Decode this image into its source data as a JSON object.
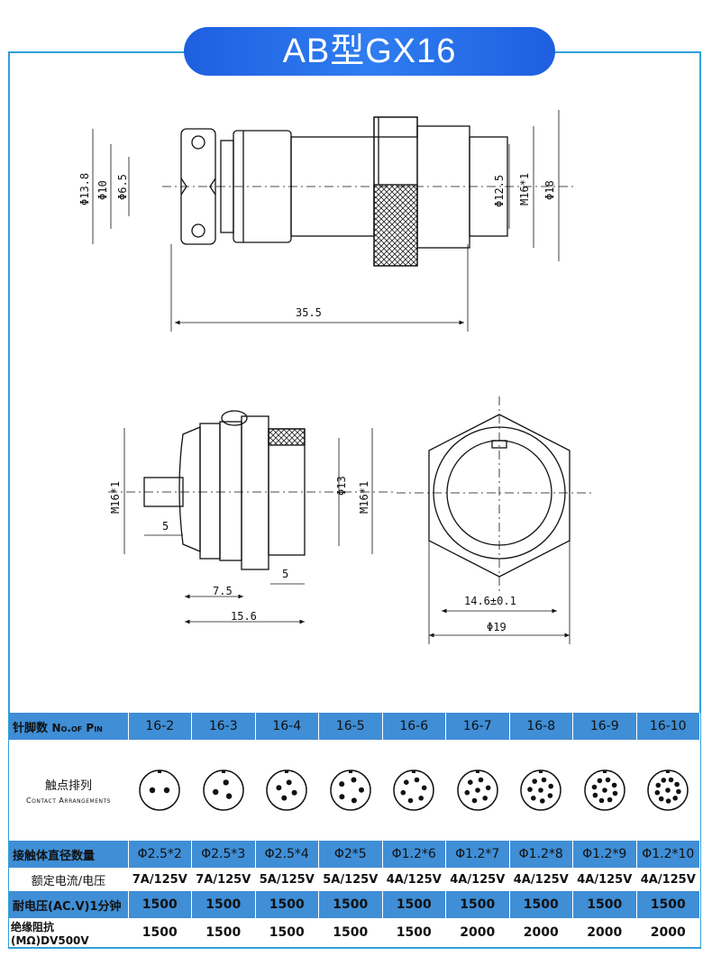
{
  "header": {
    "title": "AB型GX16"
  },
  "drawing": {
    "top_view": {
      "dims": [
        "Φ13.8",
        "Φ10",
        "Φ6.5",
        "Φ12.5",
        "M16*1",
        "Φ18",
        "35.5"
      ]
    },
    "side_view": {
      "dims": [
        "M16*1",
        "Φ13",
        "M16*1",
        "5",
        "7.5",
        "5",
        "15.6"
      ]
    },
    "front_view": {
      "dims": [
        "14.6±0.1",
        "Φ19"
      ]
    }
  },
  "table": {
    "pin_label_cn": "针脚数",
    "pin_label_en": "No.of Pin",
    "pins": [
      "16-2",
      "16-3",
      "16-4",
      "16-5",
      "16-6",
      "16-7",
      "16-8",
      "16-9",
      "16-10"
    ],
    "pin_counts": [
      2,
      3,
      4,
      5,
      6,
      7,
      8,
      9,
      10
    ],
    "contact_label_cn": "触点排列",
    "contact_label_en": "Contact Arrangements",
    "diam_label": "接触体直径数量",
    "diams": [
      "Φ2.5*2",
      "Φ2.5*3",
      "Φ2.5*4",
      "Φ2*5",
      "Φ1.2*6",
      "Φ1.2*7",
      "Φ1.2*8",
      "Φ1.2*9",
      "Φ1.2*10"
    ],
    "rating_label": "额定电流/电压",
    "ratings": [
      "7A/125V",
      "7A/125V",
      "5A/125V",
      "5A/125V",
      "4A/125V",
      "4A/125V",
      "4A/125V",
      "4A/125V",
      "4A/125V"
    ],
    "volt_label": "耐电压(AC.V)1分钟",
    "volts": [
      "1500",
      "1500",
      "1500",
      "1500",
      "1500",
      "1500",
      "1500",
      "1500",
      "1500"
    ],
    "ins_label": "绝缘阻抗(MΩ)DV500V",
    "ins": [
      "1500",
      "1500",
      "1500",
      "1500",
      "1500",
      "2000",
      "2000",
      "2000",
      "2000"
    ]
  }
}
